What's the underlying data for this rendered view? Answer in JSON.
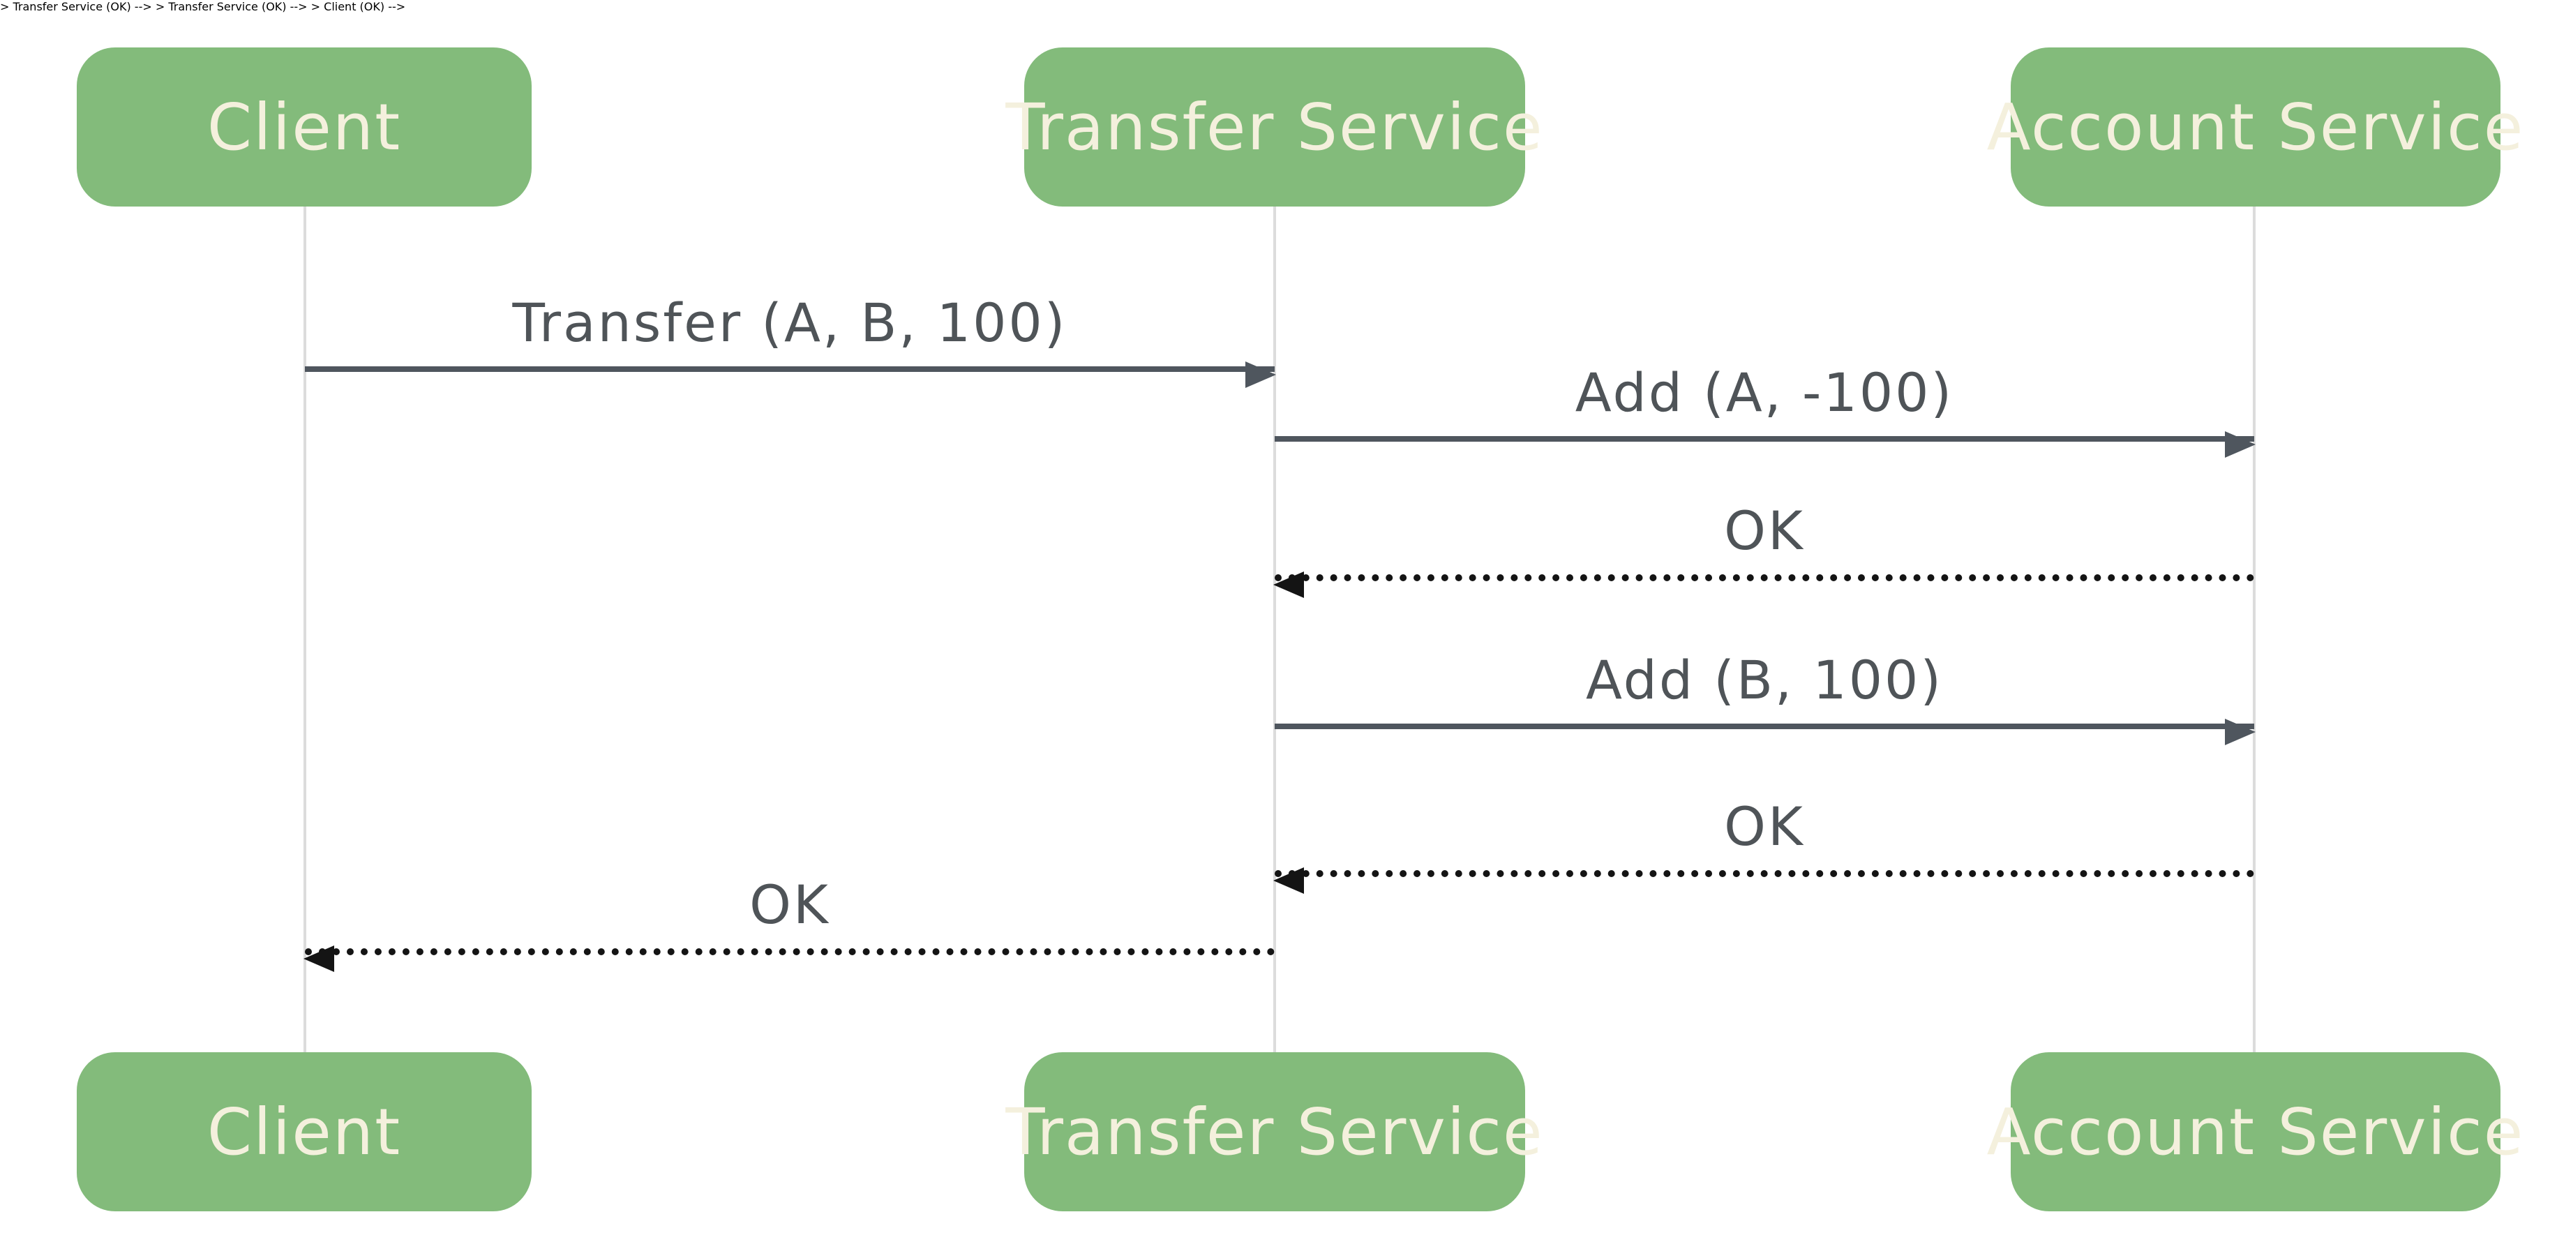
{
  "diagram": {
    "type": "sequence-diagram",
    "participants": [
      {
        "name": "Client"
      },
      {
        "name": "Transfer Service"
      },
      {
        "name": "Account Service"
      }
    ],
    "messages": [
      {
        "from": "Client",
        "to": "Transfer Service",
        "label": "Transfer (A, B, 100)",
        "line": "solid",
        "direction": "right"
      },
      {
        "from": "Transfer Service",
        "to": "Account Service",
        "label": "Add (A, -100)",
        "line": "solid",
        "direction": "right"
      },
      {
        "from": "Account Service",
        "to": "Transfer Service",
        "label": "OK",
        "line": "dotted",
        "direction": "left"
      },
      {
        "from": "Transfer Service",
        "to": "Account Service",
        "label": "Add (B, 100)",
        "line": "solid",
        "direction": "right"
      },
      {
        "from": "Account Service",
        "to": "Transfer Service",
        "label": "OK",
        "line": "dotted",
        "direction": "left"
      },
      {
        "from": "Transfer Service",
        "to": "Client",
        "label": "OK",
        "line": "dotted",
        "direction": "left"
      }
    ],
    "colors": {
      "participant_fill": "#83bb7b",
      "participant_text": "#f4f0dd",
      "solid_arrow": "#4f565e",
      "dotted_arrow": "#141414",
      "lifeline": "#dcdcdc",
      "background": "#ffffff"
    }
  }
}
